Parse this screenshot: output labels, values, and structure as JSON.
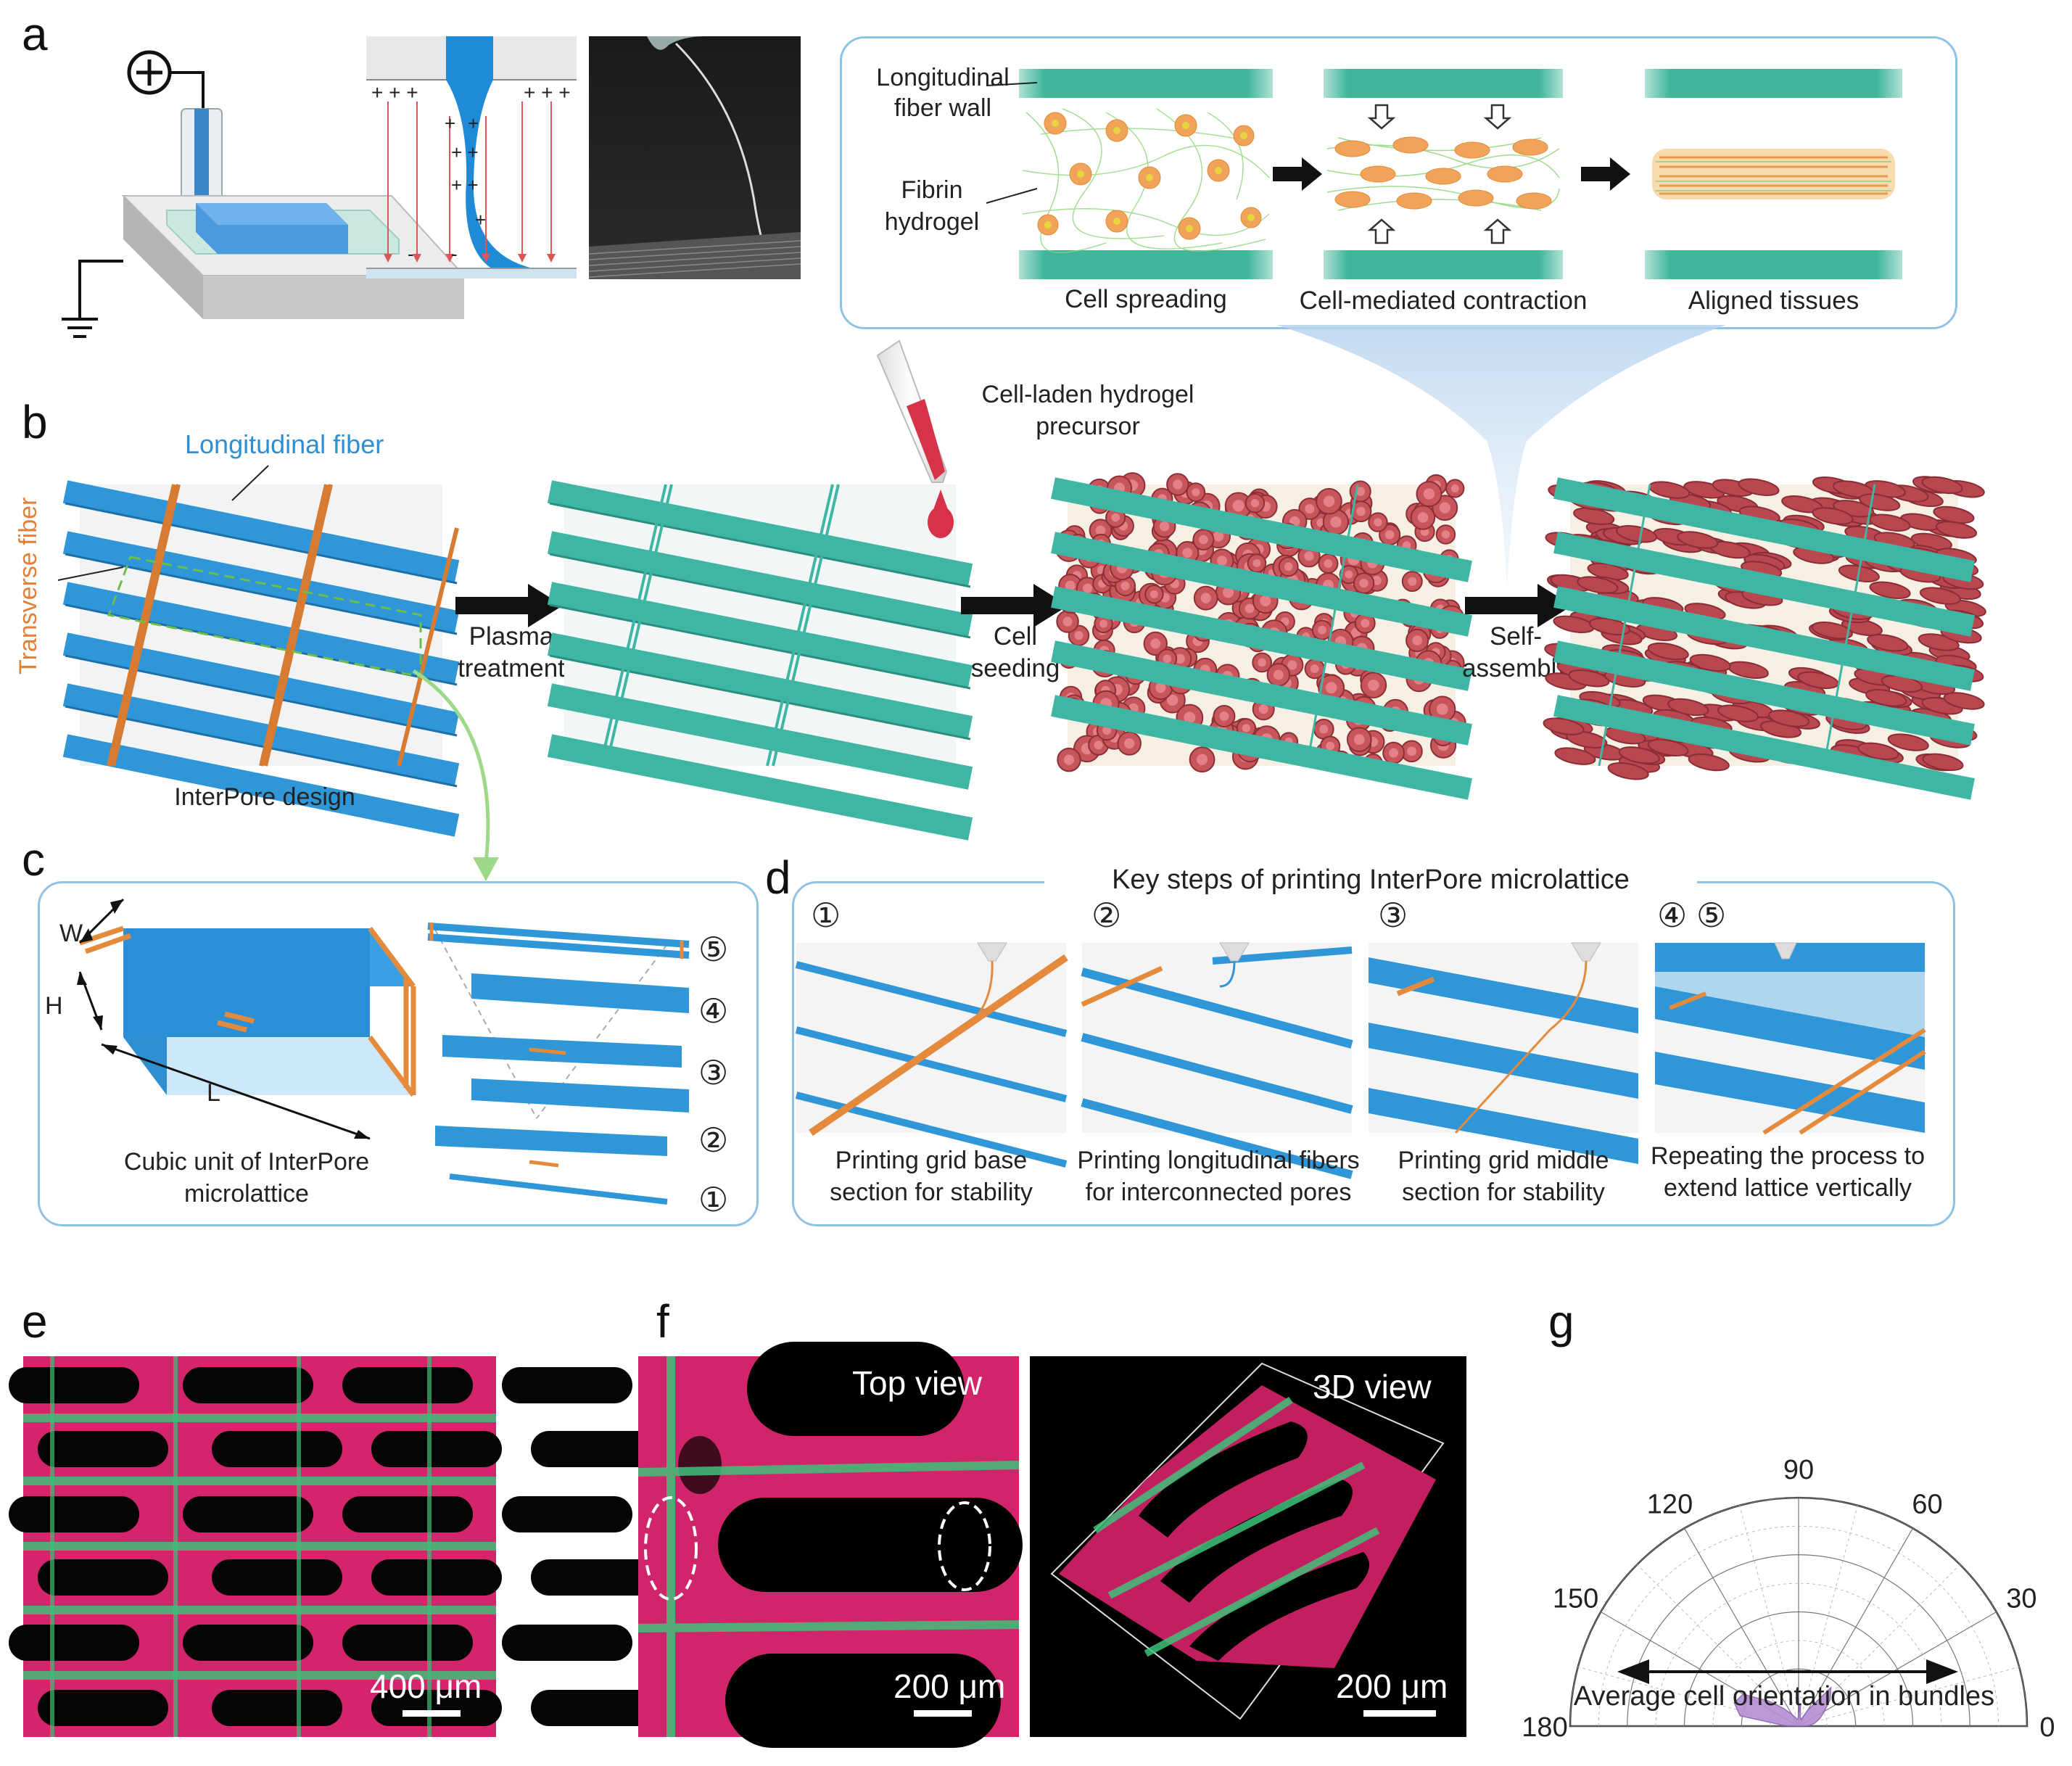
{
  "panel_labels": {
    "a": "a",
    "b": "b",
    "c": "c",
    "d": "d",
    "e": "e",
    "f": "f",
    "g": "g"
  },
  "panel_a": {
    "longitudinal_fiber_wall": "Longitudinal\nfiber wall",
    "fibrin_hydrogel": "Fibrin\nhydrogel",
    "cell_spreading": "Cell spreading",
    "cell_mediated_contraction": "Cell-mediated contraction",
    "aligned_tissues": "Aligned tissues",
    "plus_symbol": "+",
    "charges_left": "+ + +",
    "charges_right": "+ + +",
    "charges_jet": [
      "+",
      "+",
      "+ +",
      "+ +",
      "+"
    ],
    "minus_left": "-",
    "minus_right": "-"
  },
  "panel_b": {
    "longitudinal_fiber": "Longitudinal fiber",
    "transverse_fiber": "Transverse fiber",
    "interpore_design": "InterPore design",
    "plasma_treatment": "Plasma\ntreatment",
    "cell_seeding": "Cell\nseeding",
    "self_assembly": "Self-\nassembly",
    "cell_laden_precursor": "Cell-laden hydrogel\nprecursor"
  },
  "panel_c": {
    "w": "W",
    "h": "H",
    "l": "L",
    "caption": "Cubic unit of InterPore\nmicrolattice",
    "layers": [
      "⑤",
      "④",
      "③",
      "②",
      "①"
    ]
  },
  "panel_d": {
    "title": "Key steps of printing  InterPore  microlattice",
    "steps": [
      {
        "num": "①",
        "caption": "Printing grid base\nsection for stability"
      },
      {
        "num": "②",
        "caption": "Printing longitudinal fibers\nfor interconnected pores"
      },
      {
        "num": "③",
        "caption": "Printing grid middle\nsection for stability"
      },
      {
        "num": "④ ⑤",
        "caption": "Repeating the process to\nextend lattice vertically"
      }
    ]
  },
  "panel_e": {
    "scale": "400 μm"
  },
  "panel_f": {
    "top_view": "Top view",
    "view_3d": "3D view",
    "scale_left": "200 μm",
    "scale_right": "200 μm"
  },
  "chart_data": {
    "type": "polar",
    "angle_labels": [
      "0",
      "30",
      "60",
      "90",
      "120",
      "150",
      "180"
    ],
    "xlabel": "Average  cell orientation in bundles",
    "angles_deg": [
      0,
      10,
      20,
      30,
      40,
      50,
      60,
      70,
      80,
      85,
      88,
      90,
      92,
      95,
      100,
      110,
      120,
      130,
      140,
      150,
      160,
      170,
      180
    ],
    "radius": [
      0.04,
      0.07,
      0.1,
      0.13,
      0.18,
      0.22,
      0.08,
      0.03,
      0.04,
      0.1,
      0.06,
      0.12,
      0.04,
      0.03,
      0.03,
      0.04,
      0.06,
      0.1,
      0.17,
      0.28,
      0.3,
      0.26,
      0.05
    ],
    "rlim": [
      0,
      1
    ],
    "fill_color": "#b58fd2",
    "grid": true
  },
  "colors": {
    "fiber_blue": "#2f96d8",
    "fiber_orange": "#e48a3c",
    "fiber_teal": "#3fb6a4",
    "box_border": "#8ec3e6",
    "cell_red": "#c85a5e"
  }
}
